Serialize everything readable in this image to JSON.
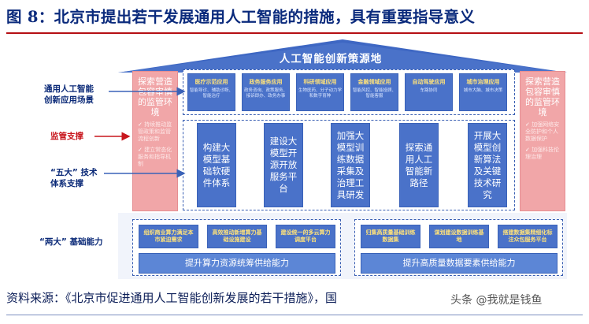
{
  "title": "图 8：北京市提出若干发展通用人工智能的措施，具有重要指导意义",
  "roof_title": "人工智能创新策源地",
  "left_labels": {
    "apps": "通用人工智能\n创新应用场景",
    "supervision": "监管支撑",
    "tech": "“五大” 技术\n体系支撑",
    "base": "“两大” 基础能力"
  },
  "left_pillar": {
    "title": "探索营造包容审慎的监管环境",
    "items": [
      "持续推动监管政策和监管流程创新",
      "建立常态化服务和指导机制"
    ]
  },
  "right_pillar": {
    "title": "探索营造包容审慎的监管环境",
    "items": [
      "加强网络安全防护和个人数据保护",
      "加强科技伦理治理"
    ]
  },
  "apps": [
    {
      "title": "医疗示范应用",
      "sub": "智能导诊、辅助诊断、智能治疗"
    },
    {
      "title": "政务服务应用",
      "sub": "政务咨询、政策服务、接诉即办、政务办事"
    },
    {
      "title": "科研领域应用",
      "sub": "生物医药、分子动力学和数字育种"
    },
    {
      "title": "金融领域应用",
      "sub": "智能风控、智能投顾、智能客服"
    },
    {
      "title": "自动驾驶应用",
      "sub": "车路协同"
    },
    {
      "title": "城市治理应用",
      "sub": "城市大脑、城市决策"
    }
  ],
  "tech": [
    "构建大模型基础软硬件体系",
    "建设大模型开源开放服务平台",
    "加强大模型训练数据采集及治理工具研发",
    "探索通用人工智能新路径",
    "开展大模型创新算法及关键技术研究"
  ],
  "base": {
    "left_tiles": [
      "组织商业算力满足本市紧迫需求",
      "高效推动新增算力基础设施建设",
      "建设统一的多云算力调度平台"
    ],
    "right_tiles": [
      "归集高质量基础训练数据集",
      "谋划建设数据训练基地",
      "搭建数据集精细化标注众包服务平台"
    ],
    "left_bar": "提升算力资源统筹供给能力",
    "right_bar": "提升高质量数据要素供给能力"
  },
  "source": "资料来源：《北京市促进通用人工智能创新发展的若干措施》，国",
  "watermark": "头条 @我就是钱鱼"
}
